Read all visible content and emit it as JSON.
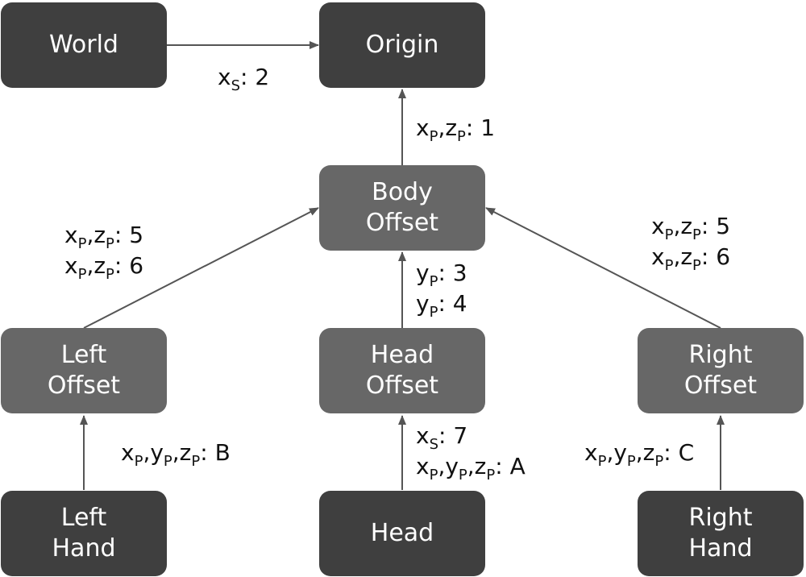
{
  "nodes": {
    "world": {
      "lines": [
        "World"
      ]
    },
    "origin": {
      "lines": [
        "Origin"
      ]
    },
    "body_offset": {
      "lines": [
        "Body",
        "Offset"
      ]
    },
    "left_offset": {
      "lines": [
        "Left",
        "Offset"
      ]
    },
    "head_offset": {
      "lines": [
        "Head",
        "Offset"
      ]
    },
    "right_offset": {
      "lines": [
        "Right",
        "Offset"
      ]
    },
    "left_hand": {
      "lines": [
        "Left",
        "Hand"
      ]
    },
    "head": {
      "lines": [
        "Head"
      ]
    },
    "right_hand": {
      "lines": [
        "Right",
        "Hand"
      ]
    }
  },
  "edges": [
    {
      "from": "World",
      "to": "Origin",
      "label_lines": [
        "x_S: 2"
      ]
    },
    {
      "from": "Body Offset",
      "to": "Origin",
      "label_lines": [
        "x_P,z_P: 1"
      ]
    },
    {
      "from": "Left Offset",
      "to": "Body Offset",
      "label_lines": [
        "x_P,z_P: 5",
        "x_P,z_P: 6"
      ]
    },
    {
      "from": "Head Offset",
      "to": "Body Offset",
      "label_lines": [
        "y_P: 3",
        "y_P: 4"
      ]
    },
    {
      "from": "Right Offset",
      "to": "Body Offset",
      "label_lines": [
        "x_P,z_P: 5",
        "x_P,z_P: 6"
      ]
    },
    {
      "from": "Left Hand",
      "to": "Left Offset",
      "label_lines": [
        "x_P,y_P,z_P: B"
      ]
    },
    {
      "from": "Head",
      "to": "Head Offset",
      "label_lines": [
        "x_S: 7",
        "x_P,y_P,z_P: A"
      ]
    },
    {
      "from": "Right Hand",
      "to": "Right Offset",
      "label_lines": [
        "x_P,y_P,z_P: C"
      ]
    }
  ],
  "colors": {
    "endpoint_node": "#3f3f3f",
    "intermediate_node": "#676767",
    "node_text": "#ffffff",
    "label_text": "#111111",
    "arrow": "#555555"
  }
}
